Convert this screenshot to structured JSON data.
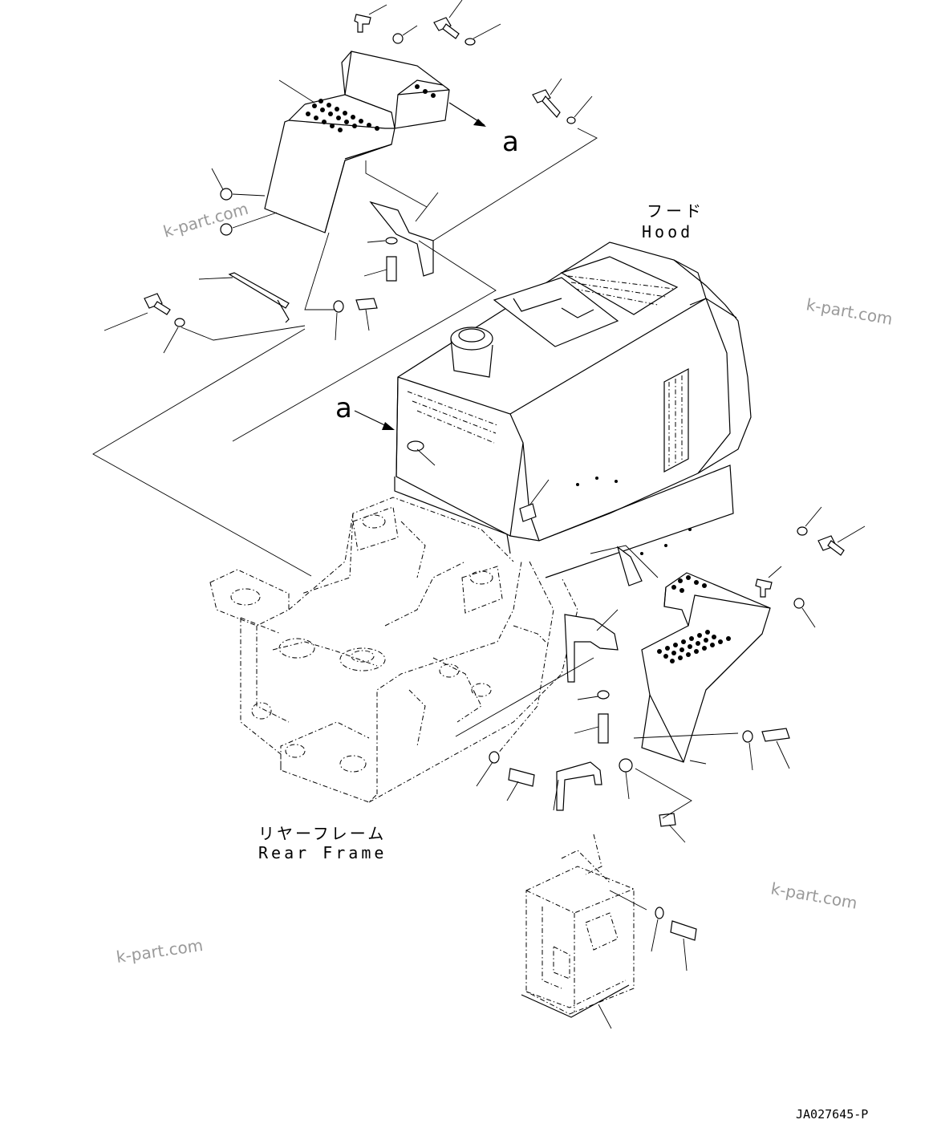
{
  "labels": {
    "hood_jp": "フード",
    "hood_en": "Hood",
    "rear_frame_jp": "リヤーフレーム",
    "rear_frame_en": "Rear Frame",
    "view_marker_top": "a",
    "view_marker_left": "a"
  },
  "watermarks": [
    "k-part.com",
    "k-part.com",
    "k-part.com",
    "k-part.com"
  ],
  "drawing_number": "JA027645-P"
}
